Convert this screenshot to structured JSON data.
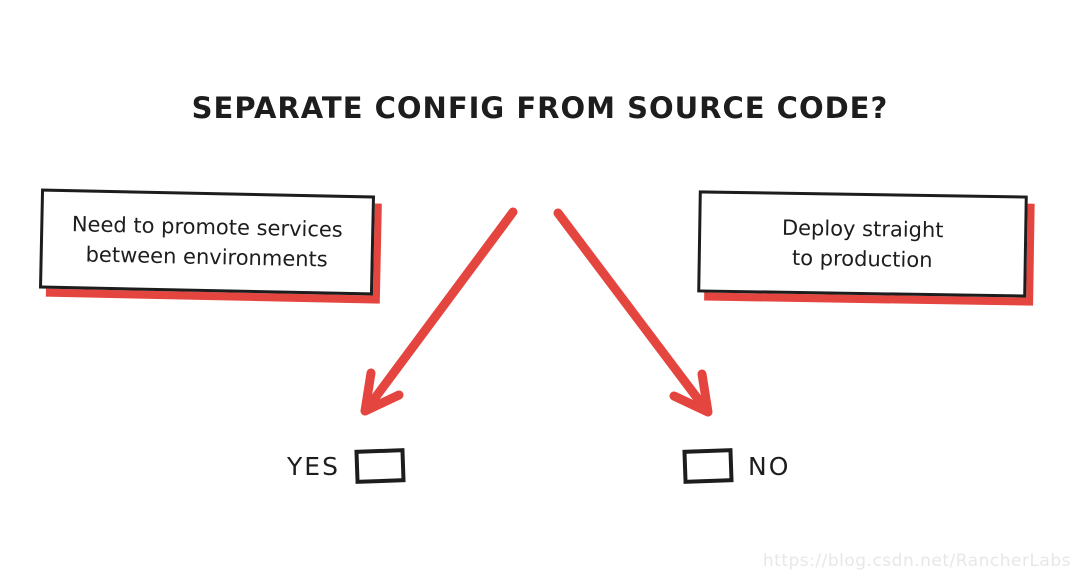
{
  "title": "SEPARATE CONFIG FROM SOURCE CODE?",
  "boxes": {
    "left": {
      "lines": [
        "Need to promote services",
        "between environments"
      ]
    },
    "right": {
      "lines": [
        "Deploy straight",
        "to production"
      ]
    }
  },
  "choices": {
    "yes_label": "YES",
    "no_label": "NO"
  },
  "watermark": "https://blog.csdn.net/RancherLabs",
  "colors": {
    "accent_red": "#e5453f",
    "ink": "#1d1d1d",
    "background": "#ffffff",
    "watermark_gray": "#e7e7e9"
  }
}
